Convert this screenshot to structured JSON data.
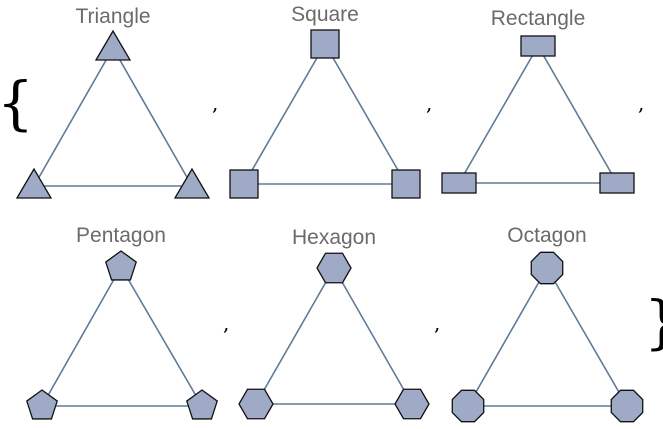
{
  "colors": {
    "vertex_fill": "#9fabc6",
    "vertex_stroke": "#111111",
    "edge": "#5f7b97",
    "title": "#6b6b6b",
    "punctuation": "#000000"
  },
  "brackets": {
    "open": "{",
    "close": "}"
  },
  "separator": ",",
  "graphs": [
    {
      "title": "Triangle",
      "vertex_shape": "triangle"
    },
    {
      "title": "Square",
      "vertex_shape": "square"
    },
    {
      "title": "Rectangle",
      "vertex_shape": "rectangle"
    },
    {
      "title": "Pentagon",
      "vertex_shape": "pentagon"
    },
    {
      "title": "Hexagon",
      "vertex_shape": "hexagon"
    },
    {
      "title": "Octagon",
      "vertex_shape": "octagon"
    }
  ],
  "edges": [
    [
      0,
      1
    ],
    [
      1,
      2
    ],
    [
      2,
      0
    ]
  ]
}
